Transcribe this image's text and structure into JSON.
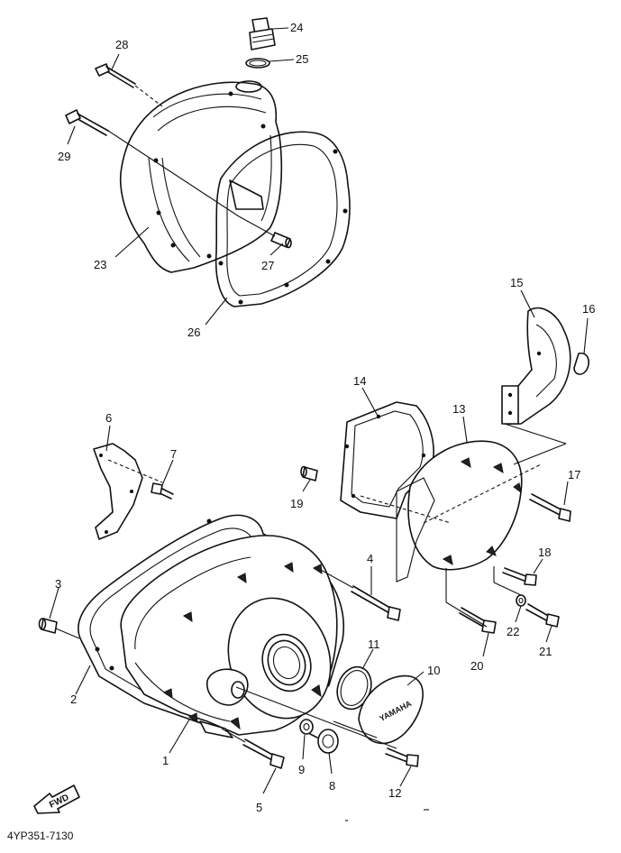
{
  "diagram": {
    "code": "4YP351-7130",
    "fwd_label": "FWD",
    "cover_logo": "YAMAHA",
    "parts": [
      {
        "id": "p1",
        "number": "1"
      },
      {
        "id": "p2",
        "number": "2"
      },
      {
        "id": "p3",
        "number": "3"
      },
      {
        "id": "p4",
        "number": "4"
      },
      {
        "id": "p5",
        "number": "5"
      },
      {
        "id": "p6",
        "number": "6"
      },
      {
        "id": "p7",
        "number": "7"
      },
      {
        "id": "p8",
        "number": "8"
      },
      {
        "id": "p9",
        "number": "9"
      },
      {
        "id": "p10",
        "number": "10"
      },
      {
        "id": "p11",
        "number": "11"
      },
      {
        "id": "p12",
        "number": "12"
      },
      {
        "id": "p13",
        "number": "13"
      },
      {
        "id": "p14",
        "number": "14"
      },
      {
        "id": "p15",
        "number": "15"
      },
      {
        "id": "p16",
        "number": "16"
      },
      {
        "id": "p17",
        "number": "17"
      },
      {
        "id": "p18",
        "number": "18"
      },
      {
        "id": "p19",
        "number": "19"
      },
      {
        "id": "p20",
        "number": "20"
      },
      {
        "id": "p21",
        "number": "21"
      },
      {
        "id": "p22",
        "number": "22"
      },
      {
        "id": "p23",
        "number": "23"
      },
      {
        "id": "p24",
        "number": "24"
      },
      {
        "id": "p25",
        "number": "25"
      },
      {
        "id": "p26",
        "number": "26"
      },
      {
        "id": "p27",
        "number": "27"
      },
      {
        "id": "p28",
        "number": "28"
      },
      {
        "id": "p29",
        "number": "29"
      }
    ]
  }
}
